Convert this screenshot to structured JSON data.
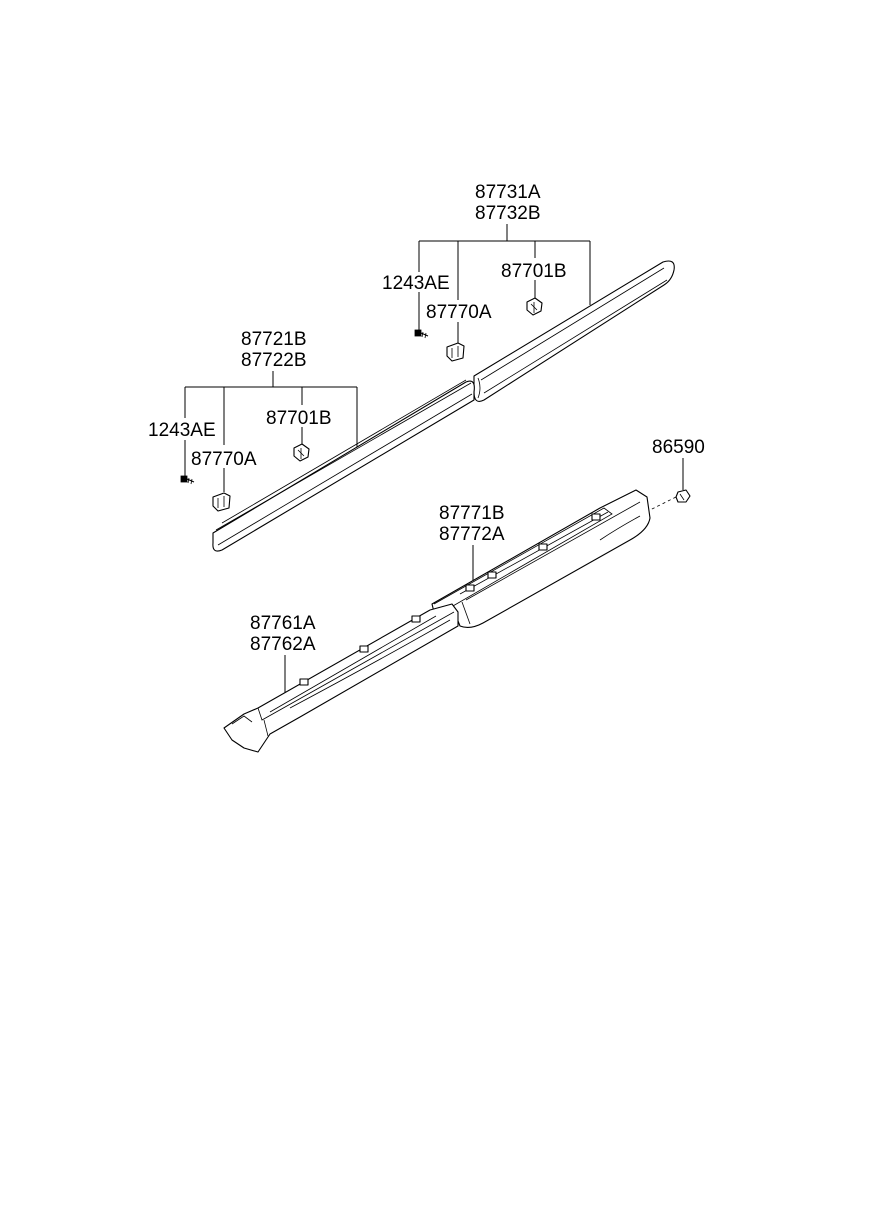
{
  "labels": {
    "rear_upper_1": "87731A",
    "rear_upper_2": "87732B",
    "rear_screw": "1243AE",
    "rear_clip_b": "87701B",
    "rear_clip_a": "87770A",
    "front_upper_1": "87721B",
    "front_upper_2": "87722B",
    "front_screw": "1243AE",
    "front_clip_b": "87701B",
    "front_clip_a": "87770A",
    "screw_86590": "86590",
    "sill_rear_1": "87771B",
    "sill_rear_2": "87772A",
    "sill_front_1": "87761A",
    "sill_front_2": "87762A"
  }
}
